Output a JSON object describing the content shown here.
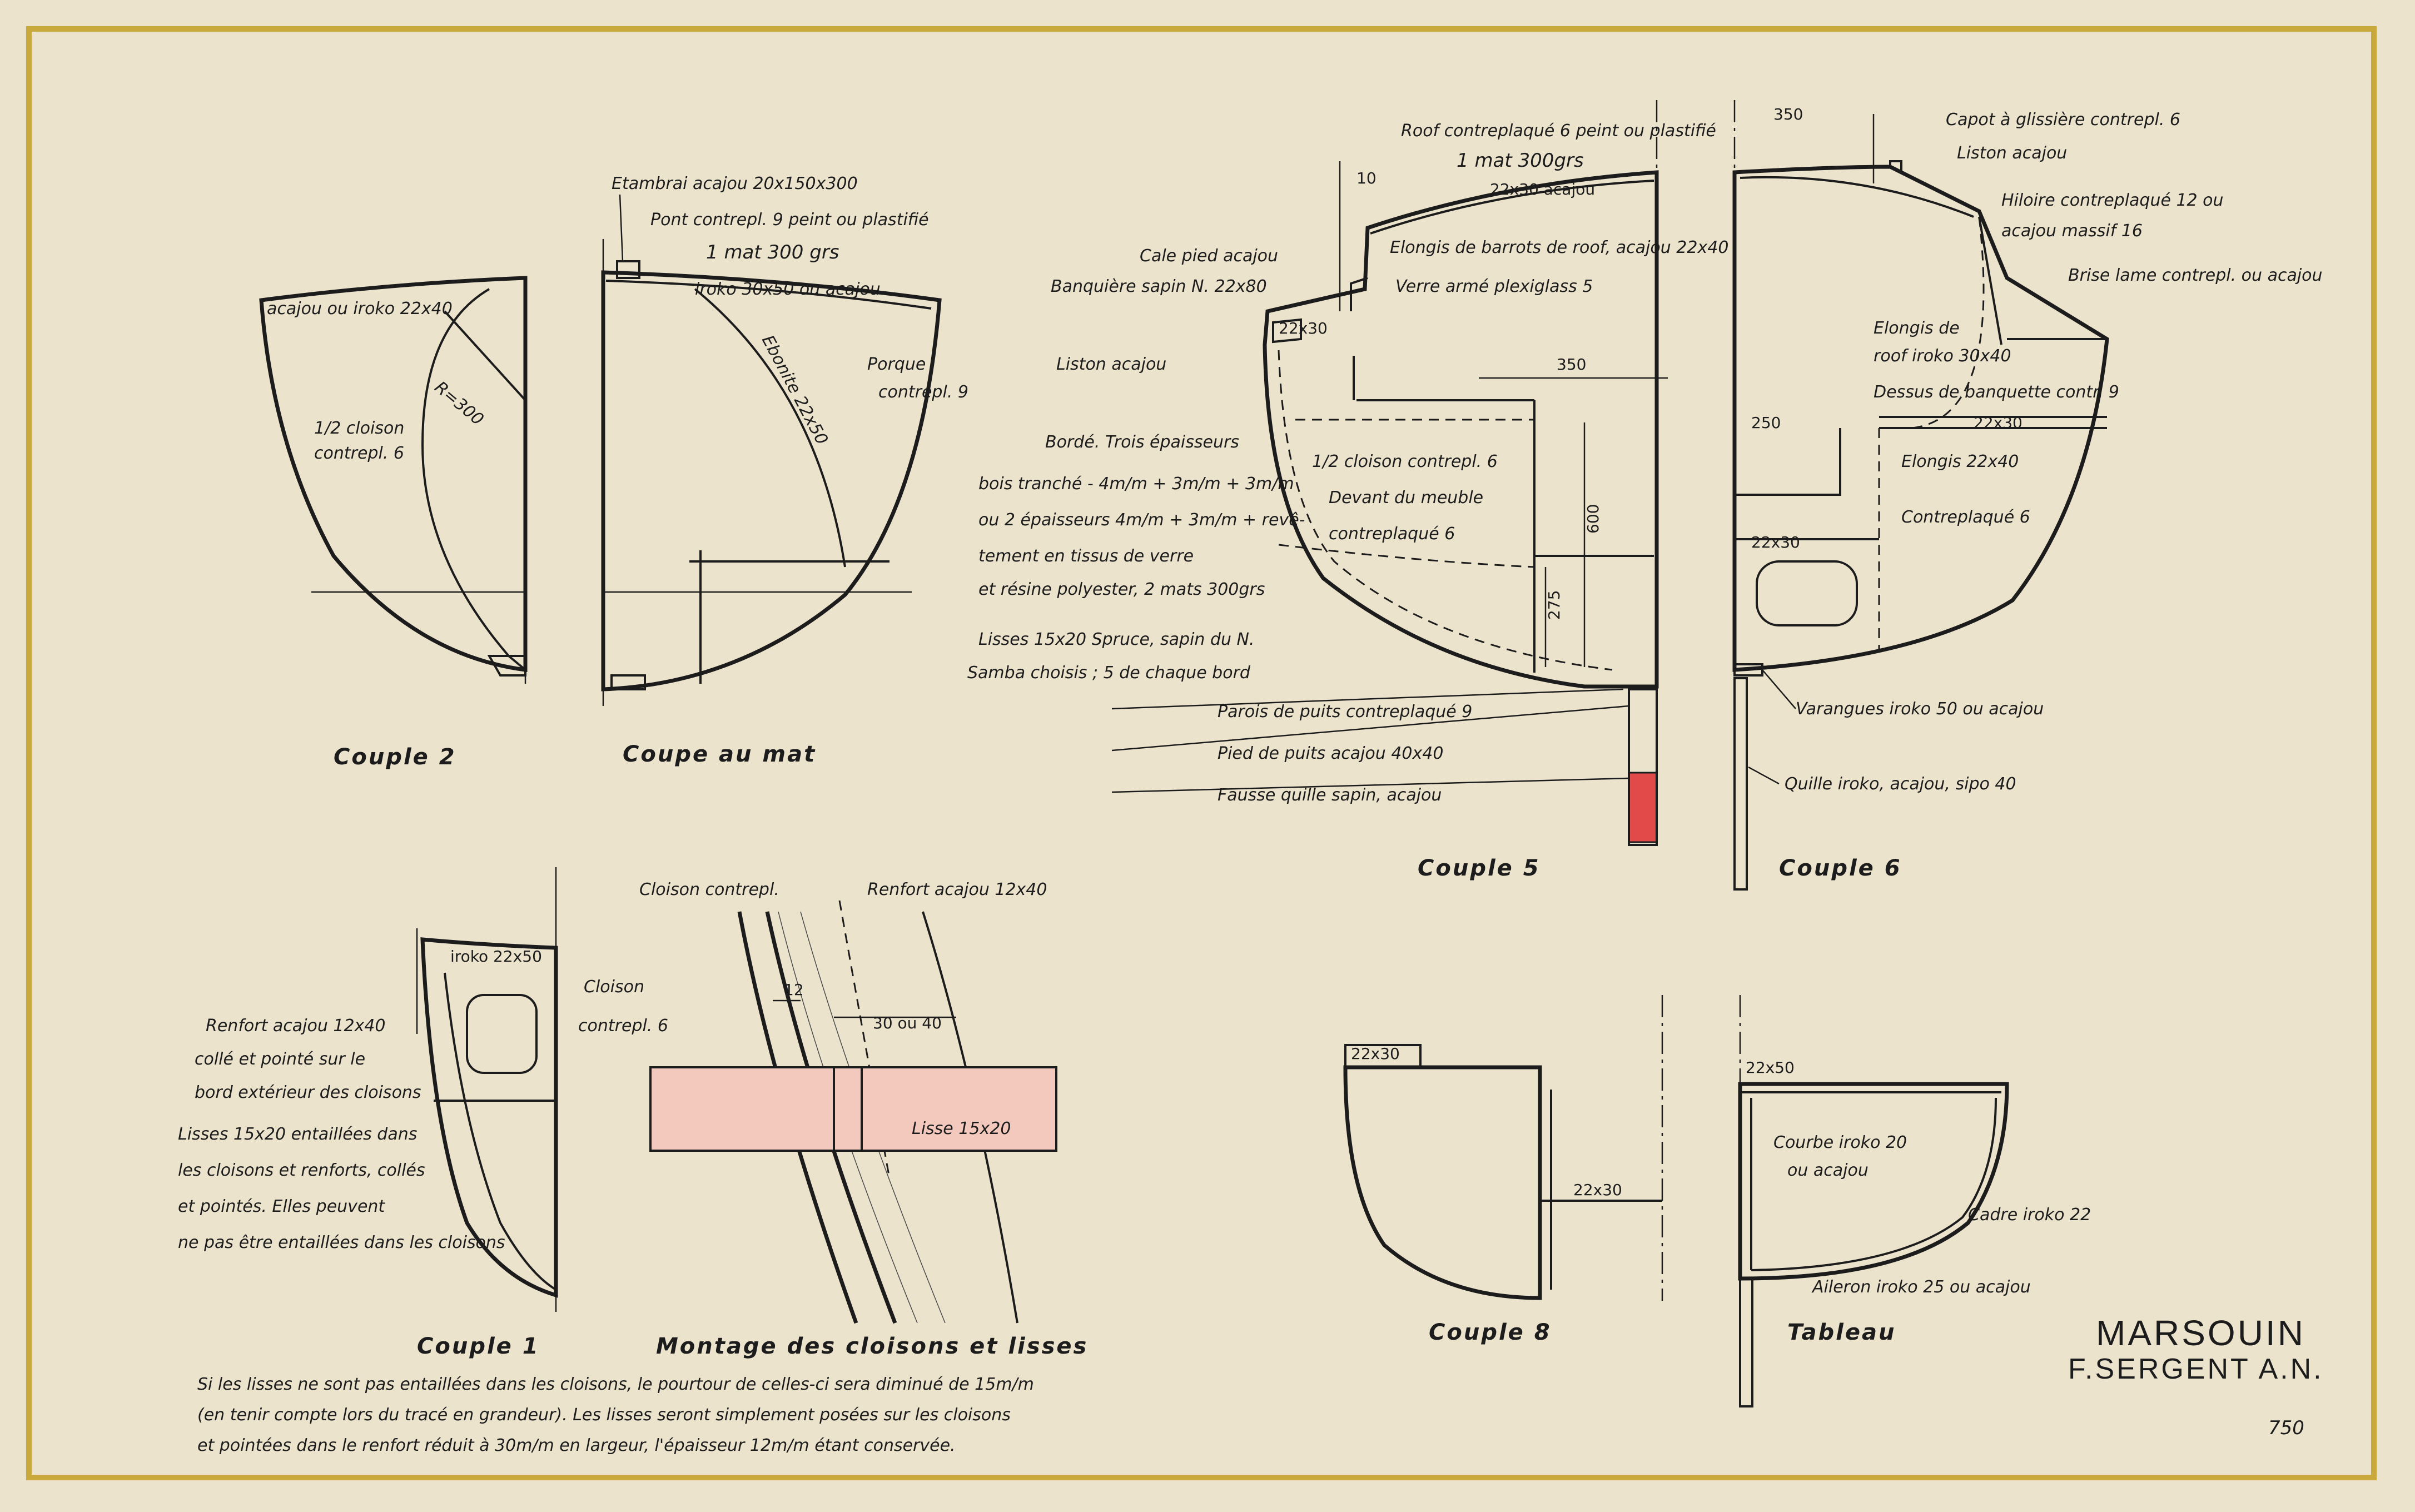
{
  "drawing": {
    "title": "MARSOUIN",
    "author": "F.SERGENT A.N.",
    "sheet_number": "750",
    "paper_color": "#ece3cd",
    "border_color": "#c9a93c",
    "accent_red": "#e24a4a"
  },
  "views": {
    "couple2": {
      "caption": "Couple 2",
      "labels": {
        "deck_beam": "acajou ou iroko 22x40",
        "radius": "R=300",
        "bulkhead": "1/2 cloison",
        "bulkhead2": "contrepl. 6"
      }
    },
    "coupe_mat": {
      "caption": "Coupe au mat",
      "labels": {
        "etambrai": "Etambrai acajou 20x150x300",
        "pont": "Pont contrepl. 9 peint ou plastifié",
        "mat": "1 mat 300 grs",
        "iroko": "iroko 30x50 ou acajou",
        "porque": "Porque",
        "porque2": "contrepl. 9",
        "diagonal": "Ebonite 22x50"
      }
    },
    "couple5": {
      "caption": "Couple 5",
      "labels": {
        "roof": "Roof contreplaqué 6 peint ou plastifié",
        "roof_mat": "1 mat 300grs",
        "roof_beam": "22x30 acajou",
        "elongis_roof": "Elongis de barrots de roof, acajou 22x40",
        "plexi": "Verre armé plexiglass 5",
        "cale": "Cale pied acajou",
        "banquiere": "Banquière sapin N. 22x80",
        "cale_dim": "22x30",
        "liston": "Liston acajou",
        "borde1": "Bordé. Trois épaisseurs",
        "borde2": "bois tranché - 4m/m + 3m/m + 3m/m",
        "borde3": "ou 2 épaisseurs 4m/m + 3m/m + revê-",
        "borde4": "tement en tissus de verre",
        "borde5": "et résine polyester, 2 mats 300grs",
        "cloison": "1/2 cloison contrepl. 6",
        "meuble1": "Devant du meuble",
        "meuble2": "contreplaqué 6",
        "lisses1": "Lisses 15x20 Spruce, sapin du N.",
        "lisses2": "Samba choisis ; 5 de chaque bord",
        "puits": "Parois de puits contreplaqué 9",
        "pied": "Pied de puits acajou 40x40",
        "fausse": "Fausse quille sapin, acajou",
        "dim_10": "10",
        "dim_350": "350",
        "dim_600": "600",
        "dim_275": "275"
      }
    },
    "couple6": {
      "caption": "Couple 6",
      "labels": {
        "dim_350": "350",
        "capot": "Capot à glissière contrepl. 6",
        "liston": "Liston acajou",
        "hiloire1": "Hiloire contreplaqué 12 ou",
        "hiloire2": "acajou massif 16",
        "brise": "Brise lame contrepl. ou acajou",
        "elongis1": "Elongis de",
        "elongis2": "roof iroko 30x40",
        "dessus": "Dessus de banquette contr. 9",
        "dim_2230": "22x30",
        "dim_250": "250",
        "elongis22": "Elongis 22x40",
        "contre6": "Contreplaqué 6",
        "dim_2230b": "22x30",
        "varangues": "Varangues iroko 50 ou acajou",
        "quille": "Quille iroko, acajou, sipo 40"
      }
    },
    "couple1": {
      "caption": "Couple 1",
      "labels": {
        "iroko": "iroko 22x50",
        "cloison1": "Cloison",
        "cloison2": "contrepl. 6",
        "renfort1": "Renfort acajou 12x40",
        "renfort2": "collé et pointé sur le",
        "renfort3": "bord extérieur des cloisons",
        "lisses1": "Lisses 15x20 entaillées dans",
        "lisses2": "les cloisons et renforts, collés",
        "lisses3": "et pointés. Elles peuvent",
        "lisses4": "ne pas être entaillées dans les cloisons"
      }
    },
    "montage": {
      "caption": "Montage des cloisons et lisses",
      "labels": {
        "cloison": "Cloison contrepl.",
        "renfort": "Renfort acajou 12x40",
        "dim_12": "12",
        "dim_30": "30 ou 40",
        "lisse": "Lisse 15x20"
      }
    },
    "couple8": {
      "caption": "Couple 8",
      "labels": {
        "top": "22x30",
        "mid": "22x30"
      }
    },
    "tableau": {
      "caption": "Tableau",
      "labels": {
        "top": "22x50",
        "courbe1": "Courbe iroko 20",
        "courbe2": "ou acajou",
        "cadre": "Cadre iroko 22",
        "aileron": "Aileron iroko 25 ou acajou"
      }
    }
  },
  "notes": {
    "line1": "Si les lisses ne sont pas entaillées dans les cloisons, le pourtour de celles-ci sera diminué de 15m/m",
    "line2": "(en tenir compte lors du tracé en grandeur). Les lisses seront simplement posées sur les cloisons",
    "line3": "et pointées dans le renfort réduit à 30m/m en largeur, l'épaisseur 12m/m étant conservée."
  }
}
